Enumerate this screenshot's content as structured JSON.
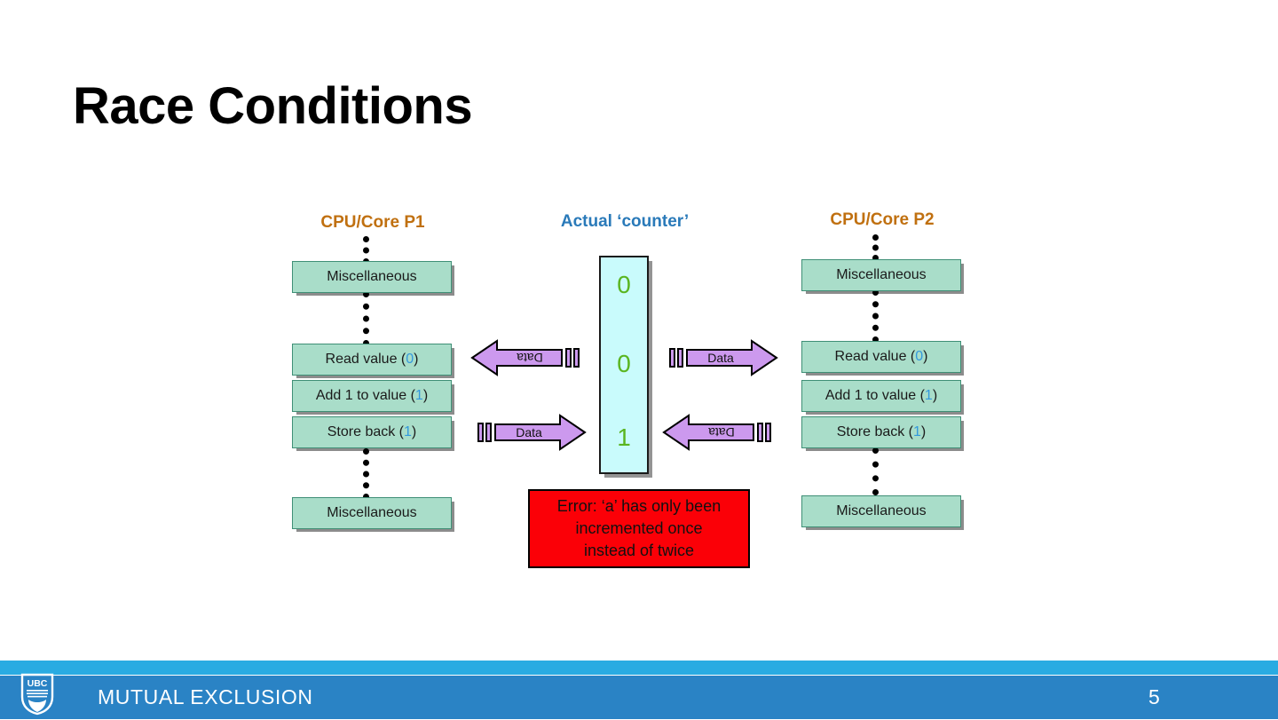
{
  "slide": {
    "title": "Race Conditions",
    "page_number": "5",
    "footer_label": "MUTUAL EXCLUSION",
    "logo_text": "UBC"
  },
  "colors": {
    "title": "#000000",
    "cpu_heading": "#c07010",
    "counter_heading": "#2a7ab9",
    "box_fill": "#a9ddc9",
    "box_border": "#3f8f76",
    "counter_fill": "#c9fbfc",
    "counter_value": "#5ab520",
    "arrow_fill": "#cc99ee",
    "error_fill": "#fb0007",
    "footer_light": "#29abe2",
    "footer_dark": "#2a83c5",
    "inline_number": "#3399dd"
  },
  "columns": {
    "p1": {
      "heading": "CPU/Core P1",
      "steps": [
        {
          "label": "Miscellaneous",
          "value": ""
        },
        {
          "label": "Read value (",
          "value": "0",
          "suffix": ")"
        },
        {
          "label": "Add 1 to value (",
          "value": "1",
          "suffix": ")"
        },
        {
          "label": "Store back (",
          "value": "1",
          "suffix": ")"
        },
        {
          "label": "Miscellaneous",
          "value": ""
        }
      ]
    },
    "p2": {
      "heading": "CPU/Core P2",
      "steps": [
        {
          "label": "Miscellaneous",
          "value": ""
        },
        {
          "label": "Read value (",
          "value": "0",
          "suffix": ")"
        },
        {
          "label": "Add 1 to value (",
          "value": "1",
          "suffix": ")"
        },
        {
          "label": "Store back (",
          "value": "1",
          "suffix": ")"
        },
        {
          "label": "Miscellaneous",
          "value": ""
        }
      ]
    },
    "counter": {
      "heading": "Actual ‘counter’",
      "values": [
        "0",
        "0",
        "1"
      ]
    }
  },
  "arrows": {
    "p1_read": {
      "label": "Data",
      "direction": "left"
    },
    "p2_read": {
      "label": "Data",
      "direction": "right"
    },
    "p1_store": {
      "label": "Data",
      "direction": "right"
    },
    "p2_store": {
      "label": "Data",
      "direction": "left"
    }
  },
  "error": {
    "line1": "Error: ‘a’ has only been",
    "line2": "incremented once",
    "line3": "instead of twice"
  }
}
